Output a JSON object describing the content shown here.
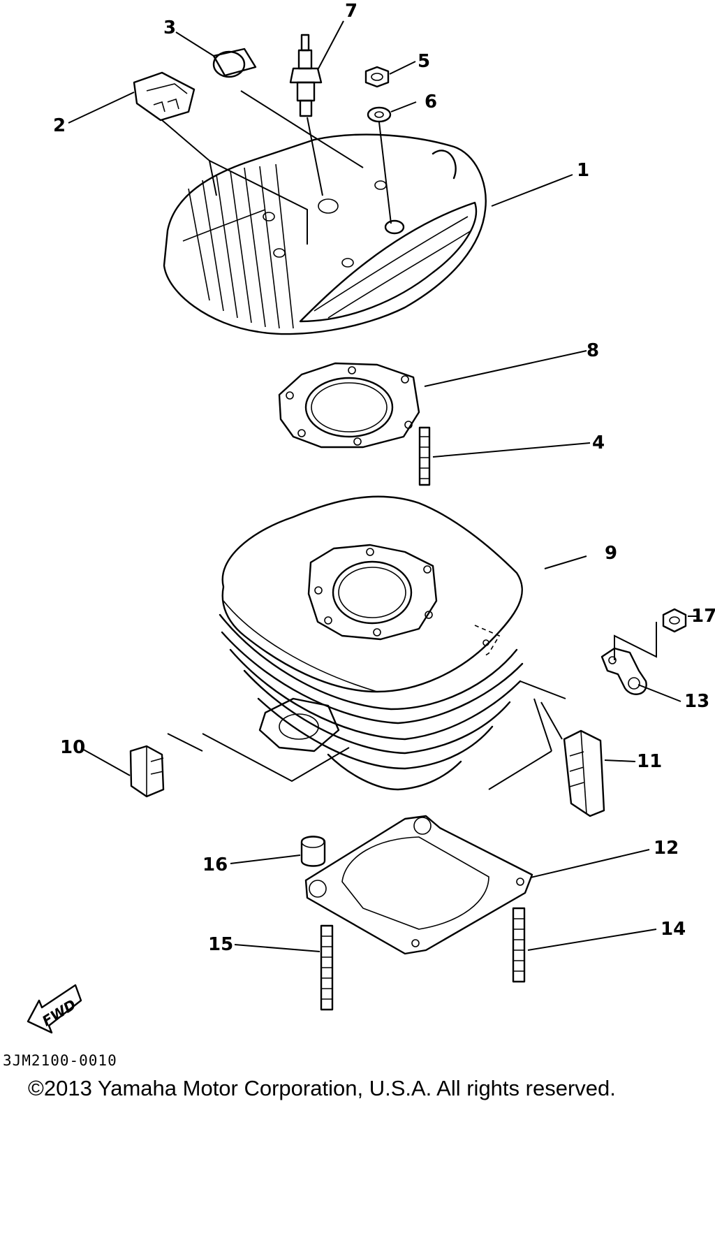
{
  "diagram": {
    "callouts": [
      {
        "id": "1",
        "label": "1"
      },
      {
        "id": "2",
        "label": "2"
      },
      {
        "id": "3",
        "label": "3"
      },
      {
        "id": "4",
        "label": "4"
      },
      {
        "id": "5",
        "label": "5"
      },
      {
        "id": "6",
        "label": "6"
      },
      {
        "id": "7",
        "label": "7"
      },
      {
        "id": "8",
        "label": "8"
      },
      {
        "id": "9",
        "label": "9"
      },
      {
        "id": "10",
        "label": "10"
      },
      {
        "id": "11",
        "label": "11"
      },
      {
        "id": "12",
        "label": "12"
      },
      {
        "id": "13",
        "label": "13"
      },
      {
        "id": "14",
        "label": "14"
      },
      {
        "id": "15",
        "label": "15"
      },
      {
        "id": "16",
        "label": "16"
      },
      {
        "id": "17",
        "label": "17"
      }
    ],
    "fwd_arrow_label": "FWD"
  },
  "footer": {
    "diagram_code": "3JM2100-0010",
    "copyright": "©2013 Yamaha Motor Corporation, U.S.A. All rights reserved."
  }
}
